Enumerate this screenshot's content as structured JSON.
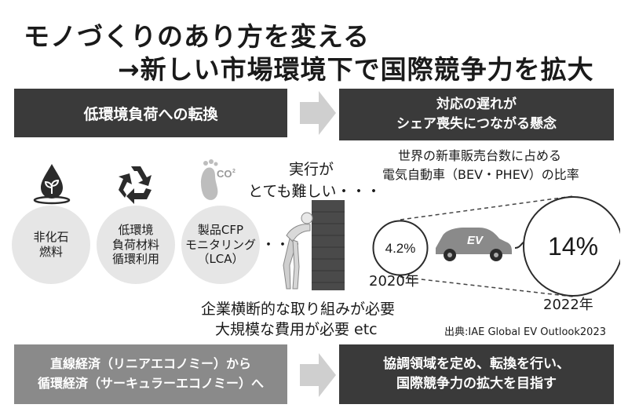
{
  "title": {
    "line1": "モノづくりのあり方を変える",
    "line2": "→新しい市場環境下で国際競争力を拡大"
  },
  "top_left_box": "低環境負荷への転換",
  "top_right_box": {
    "line1": "対応の遅れが",
    "line2": "シェア喪失につながる懸念"
  },
  "items": [
    {
      "line1": "非化石",
      "line2": "燃料",
      "icon": "water-drop-leaf-icon"
    },
    {
      "line1": "低環境",
      "line2": "負荷材料",
      "line3": "循環利用",
      "icon": "recycle-icon"
    },
    {
      "line1": "製品CFP",
      "line2": "モニタリング",
      "line3": "（LCA）",
      "icon": "co2-footprint-icon"
    }
  ],
  "ellipsis": "・・・",
  "difficulty": {
    "line1": "実行が",
    "line2": "とても難しい・・・"
  },
  "ev_chart": {
    "heading_line1": "世界の新車販売台数に占める",
    "heading_line2": "電気自動車（BEV・PHEV）の比率",
    "ev_icon_label": "EV",
    "source": "出典:IAE Global EV Outlook2023"
  },
  "chart_data": {
    "type": "bubble",
    "categories": [
      "2020年",
      "2022年"
    ],
    "values": [
      4.2,
      14
    ],
    "value_labels": [
      "4.2%",
      "14%"
    ],
    "unit": "%"
  },
  "requirements": {
    "line1": "企業横断的な取り組みが必要",
    "line2": "大規模な費用が必要 etc"
  },
  "bottom_left_box": {
    "line1": "直線経済（リニアエコノミー）から",
    "line2": "循環経済（サーキュラーエコノミー）へ"
  },
  "bottom_right_box": {
    "line1": "協調領域を定め、転換を行い、",
    "line2": "国際競争力の拡大を目指す"
  },
  "colors": {
    "dark_box": "#3a3a3a",
    "mid_box": "#8a8a8a",
    "circle_fill": "#e6e6e6",
    "arrow": "#cfcfcf"
  }
}
